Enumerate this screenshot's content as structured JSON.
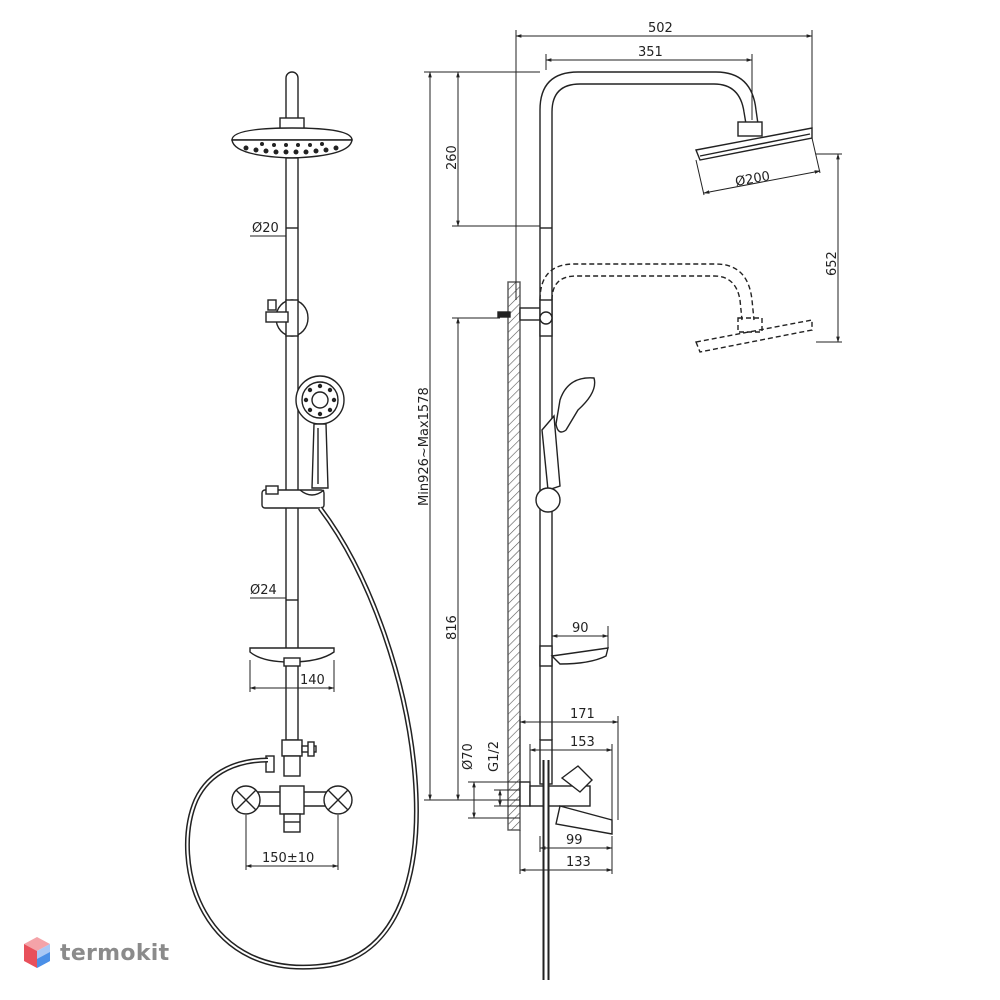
{
  "brand": {
    "name": "termokit",
    "logo_colors": [
      "#e8505b",
      "#f4a3a8",
      "#4a8fe7",
      "#a9c8f5"
    ]
  },
  "dimensions": {
    "front": {
      "rail_top": "Ø20",
      "rail_bottom": "Ø24",
      "soap_dish": "140",
      "mixer_spacing": "150±10"
    },
    "side": {
      "total_reach": "502",
      "arm_reach": "351",
      "head_drop": "260",
      "head_diameter": "Ø200",
      "height_adjust": "652",
      "total_height": "Min926~Max1578",
      "bracket_height": "816",
      "shelf_depth": "90",
      "spout_171": "171",
      "spout_153": "153",
      "inlet_diameter": "Ø70",
      "inlet_thread": "G1/2",
      "spout_99": "99",
      "spout_133": "133"
    }
  }
}
